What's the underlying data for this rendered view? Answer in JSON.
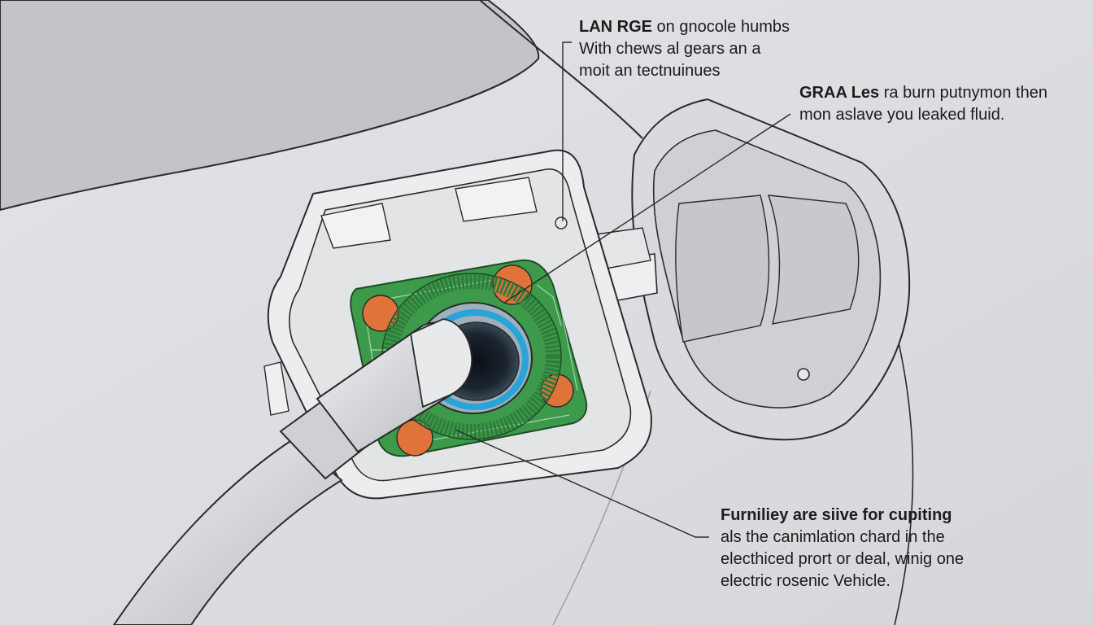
{
  "callouts": {
    "top": {
      "lead": "LAN RGE",
      "line1_rest": " on gnocole humbs",
      "line2": "With chews al gears an a",
      "line3": "moit an tectnuinues"
    },
    "right": {
      "lead": "GRAA Les",
      "line1_rest": " ra burn putnymon then",
      "line2": "mon aslave you leaked fluid."
    },
    "bottom": {
      "lead": "Furniliey are siive for cupiting",
      "line2": "als the canimlation chard in the",
      "line3": "electhiced prort or deal, winig one",
      "line4": "electric rosenic Vehicle."
    }
  },
  "colors": {
    "body_panel": "#dcdde0",
    "body_shadow": "#c9cacd",
    "outline": "#2a2a2a",
    "pcb_green": "#3c9a4a",
    "coil_green": "#2f7d3a",
    "pad_orange": "#e0733a",
    "connector_blue": "#2aa3d8",
    "cable": "#d7d8da"
  }
}
